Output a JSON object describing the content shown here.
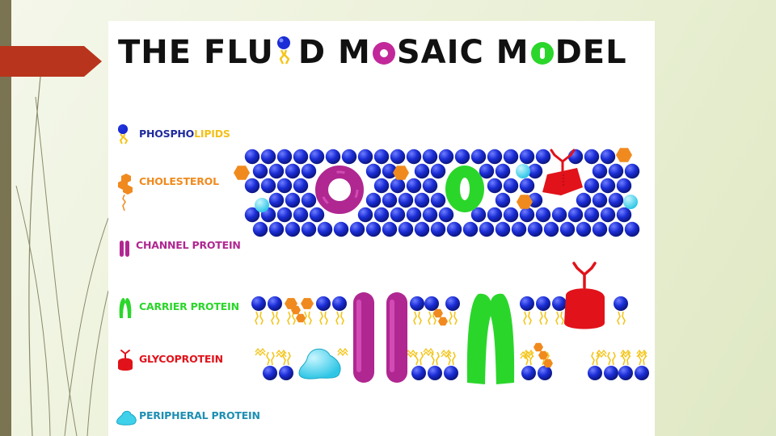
{
  "title": {
    "part1": "THE FLU",
    "part2": "D M",
    "part3": "SAIC M",
    "part4": "DEL"
  },
  "legend": {
    "phospholipids": {
      "part1": "PHOSPHO",
      "part2": "LIPIDS",
      "color1": "#1f2a9e",
      "color2": "#f2c21a"
    },
    "cholesterol": {
      "label": "CHOLESTEROL",
      "color": "#f08a1e"
    },
    "channel_protein": {
      "label": "CHANNEL PROTEIN",
      "color": "#b02791"
    },
    "carrier_protein": {
      "label": "CARRIER PROTEIN",
      "color": "#2bd62b"
    },
    "glycoprotein": {
      "label": "GLYCOPROTEIN",
      "color": "#e1121a"
    },
    "peripheral_protein": {
      "label": "PERIPHERAL PROTEIN",
      "color": "#3fd0ea"
    }
  },
  "colors": {
    "phospholipid_head": "#1a2dd6",
    "phospholipid_tail": "#f4c51a",
    "cholesterol": "#f08a1e",
    "channel_protein": "#b02791",
    "carrier_protein": "#2bd62b",
    "glycoprotein": "#e1121a",
    "peripheral_protein": "#3fd0ea",
    "slide_accent_arrow": "#b8341c",
    "slide_left_bar": "#7b7452"
  }
}
